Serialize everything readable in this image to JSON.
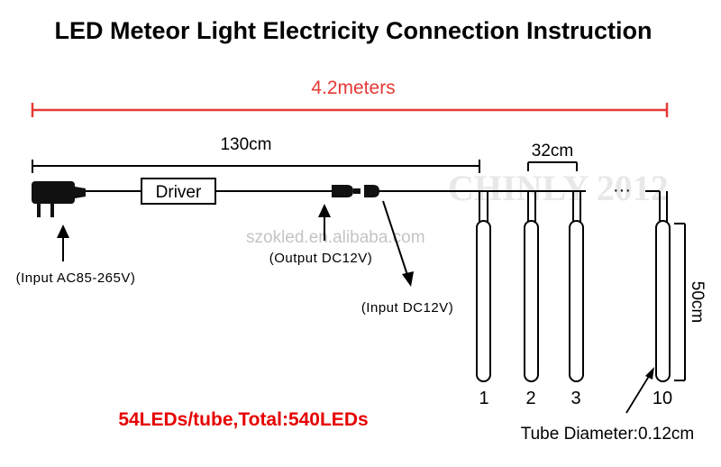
{
  "title": "LED Meteor Light Electricity Connection Instruction",
  "total_length_label": "4.2meters",
  "cable_length_label": "130cm",
  "tube_spacing_label": "32cm",
  "tube_length_label": "50cm",
  "driver_label": "Driver",
  "input_ac_label": "(Input AC85-265V)",
  "output_dc_label": "(Output DC12V)",
  "input_dc_label": "(Input DC12V)",
  "tube_numbers": [
    "1",
    "2",
    "3",
    "10"
  ],
  "led_count_text": "54LEDs/tube,Total:540LEDs",
  "tube_diameter_text": "Tube Diameter:0.12cm",
  "watermark_brand": "CHINLY 2012",
  "watermark_site": "szokled.en.alibaba.com",
  "colors": {
    "dimension_red": "#e53935",
    "led_text_red": "#e60000",
    "line": "#000000"
  }
}
